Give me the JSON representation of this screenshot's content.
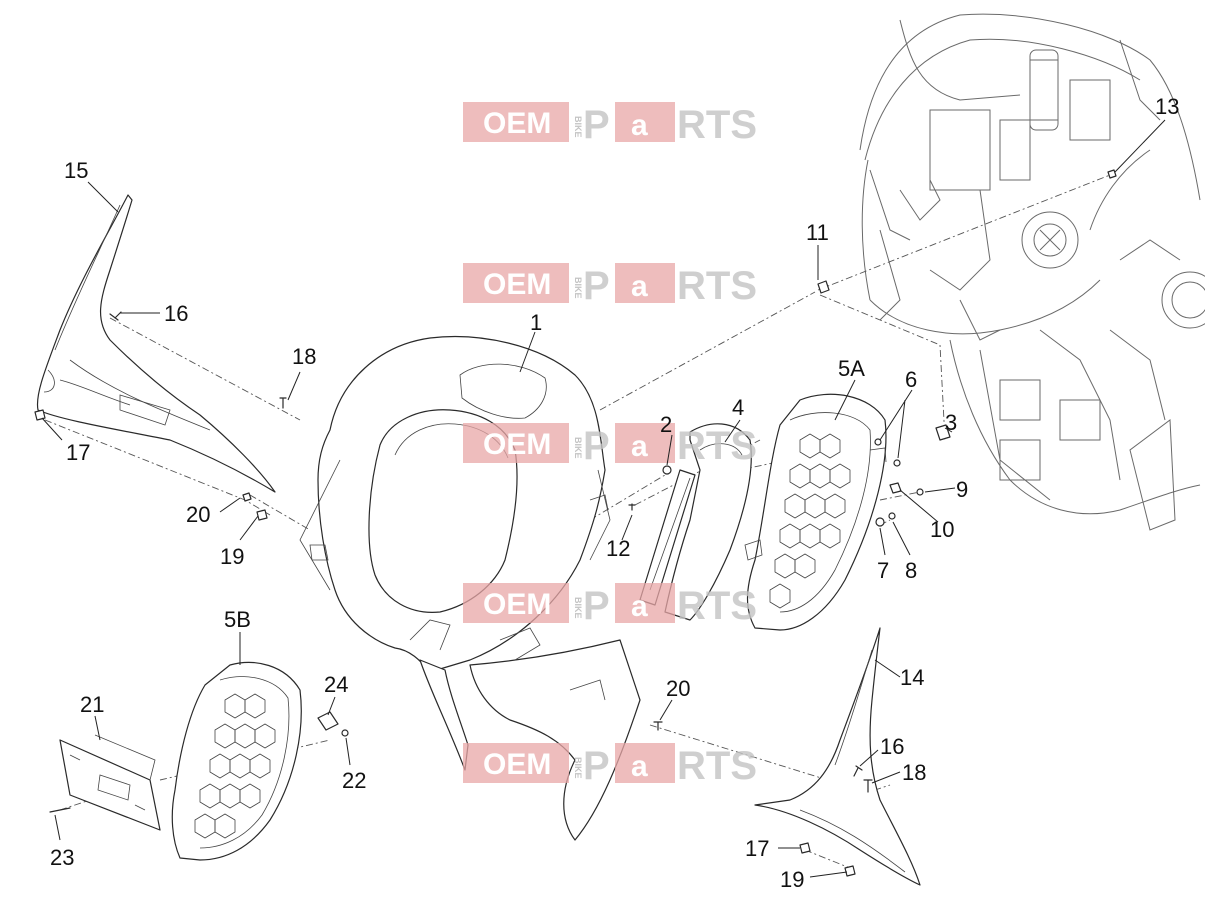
{
  "watermark": {
    "oem": "OEM",
    "bike": "BIKE",
    "p": "P",
    "a": "a",
    "rts": "RTS"
  },
  "callouts": {
    "c1": "1",
    "c2": "2",
    "c3": "3",
    "c4": "4",
    "c5a": "5A",
    "c5b": "5B",
    "c6": "6",
    "c7": "7",
    "c8": "8",
    "c9": "9",
    "c10": "10",
    "c11": "11",
    "c12": "12",
    "c13": "13",
    "c14": "14",
    "c15": "15",
    "c16a": "16",
    "c16b": "16",
    "c17a": "17",
    "c17b": "17",
    "c18a": "18",
    "c18b": "18",
    "c19a": "19",
    "c19b": "19",
    "c20a": "20",
    "c20b": "20",
    "c21": "21",
    "c22": "22",
    "c23": "23",
    "c24": "24"
  }
}
